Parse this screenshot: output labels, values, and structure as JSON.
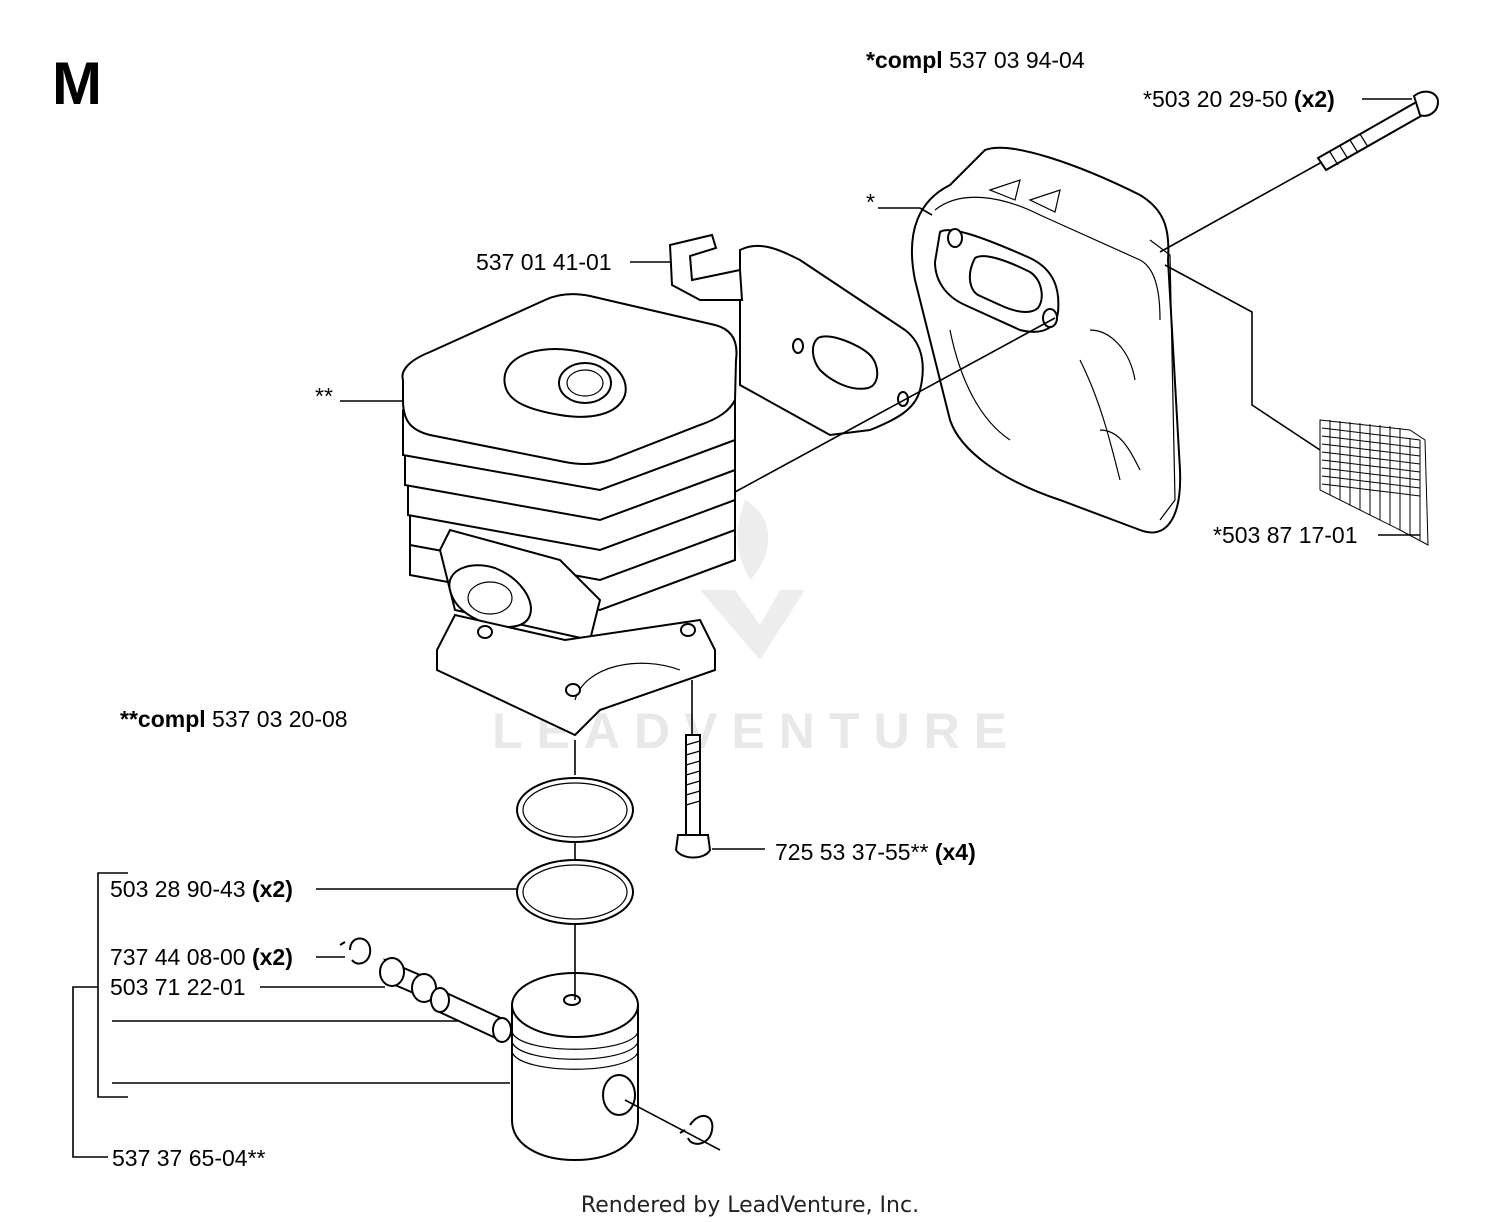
{
  "page": {
    "section_letter": "M"
  },
  "labels": {
    "muffler_compl": {
      "bold": "*compl",
      "number": " 537 03 94-04"
    },
    "screw_muffler": {
      "number": "*503 20 29-50 ",
      "qty": "(x2)"
    },
    "muffler": {
      "mark": "*"
    },
    "bracket": {
      "number": "537 01 41-01"
    },
    "cylinder": {
      "mark": "**"
    },
    "spark_screen": {
      "number": "*503 87 17-01"
    },
    "cylinder_compl": {
      "bold": "**compl",
      "number": " 537 03 20-08"
    },
    "cylinder_screw": {
      "number": "725 53 37-55** ",
      "qty": "(x4)"
    },
    "piston_ring": {
      "number": "503 28 90-43 ",
      "qty": "(x2)"
    },
    "circlip": {
      "number": "737 44 08-00 ",
      "qty": "(x2)"
    },
    "needle_bearing": {
      "number": "503 71 22-01"
    },
    "piston_kit": {
      "number": "537 37 65-04**"
    }
  },
  "watermark": "LEADVENTURE",
  "footer": "Rendered by LeadVenture, Inc."
}
